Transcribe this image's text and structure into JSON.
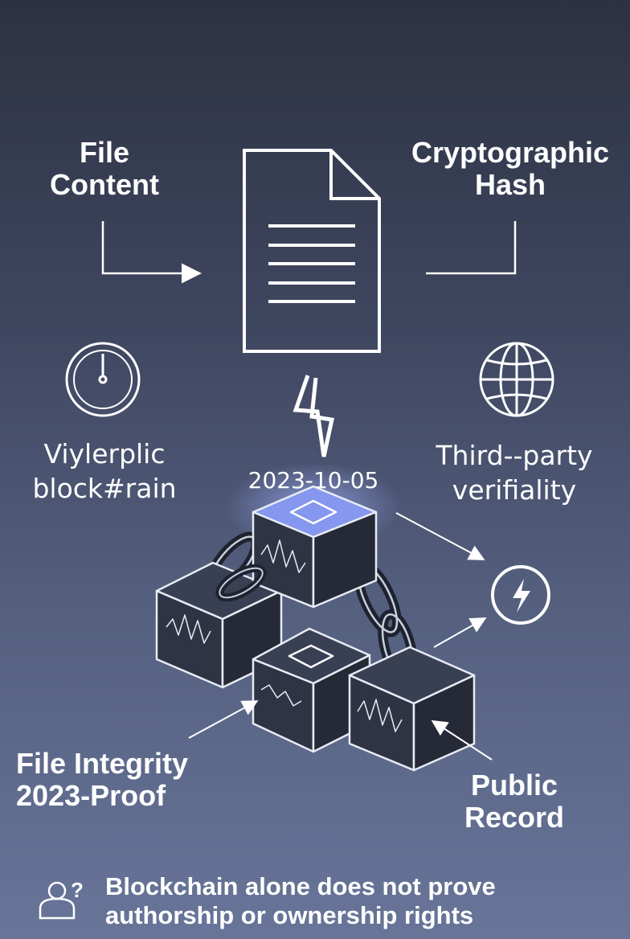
{
  "labels": {
    "file_content": [
      "File",
      "Content"
    ],
    "cryptographic_hash": [
      "Cryptographic",
      "Hash"
    ],
    "left_caption": [
      "Viylerplic",
      "block#rain"
    ],
    "right_caption": [
      "Third--party",
      "verifiality"
    ],
    "timestamp": "2023-10-05",
    "file_integrity": [
      "File Integrity",
      "2023-Proof"
    ],
    "public_record": [
      "Public",
      "Record"
    ],
    "disclaimer": [
      "Blockchain alone does not prove",
      "authorship or ownership rights"
    ]
  },
  "icons": [
    "document-icon",
    "clock-icon",
    "globe-icon",
    "lightning-icon",
    "lightning-circle-icon",
    "user-question-icon",
    "blockchain-cubes",
    "chain-link-icon"
  ],
  "colors": {
    "bg_top": "#2d3242",
    "bg_bottom": "#687599",
    "highlight": "#8b9cf0",
    "cube": "#2f3444"
  }
}
